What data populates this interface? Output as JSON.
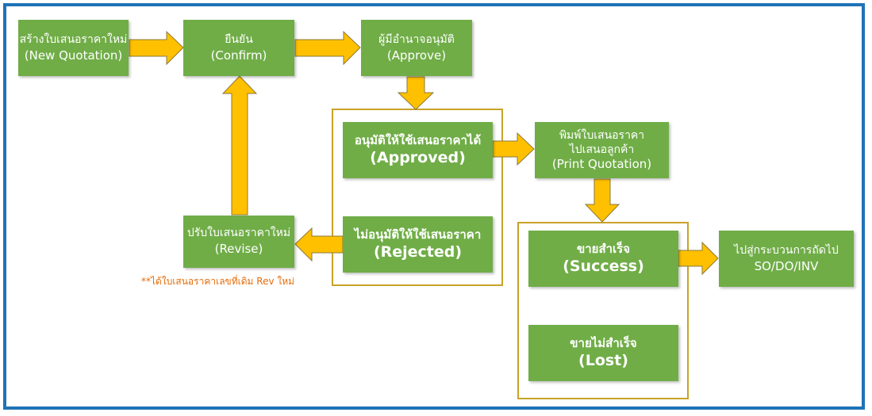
{
  "diagram": {
    "title": "Quotation approval workflow",
    "colors": {
      "frame": "#1f73b7",
      "box_fill": "#70ad47",
      "box_text": "#ffffff",
      "arrow_fill": "#ffc000",
      "arrow_stroke": "#8a7a3a",
      "group_border": "#c9a227",
      "note_text": "#e46c0a"
    },
    "nodes": {
      "new_quotation": {
        "th": "สร้างใบเสนอราคาใหม่",
        "en": "(New Quotation)"
      },
      "confirm": {
        "th": "ยืนยัน",
        "en": "(Confirm)"
      },
      "approve": {
        "th": "ผู้มีอำนาจอนุมัติ",
        "en": "(Approve)"
      },
      "approved": {
        "th": "อนุมัติให้ใช้เสนอราคาได้",
        "en": "(Approved)"
      },
      "rejected": {
        "th": "ไม่อนุมัติให้ใช้เสนอราคา",
        "en": "(Rejected)"
      },
      "revise": {
        "th": "ปรับใบเสนอราคาใหม่",
        "en": "(Revise)"
      },
      "print_quotation": {
        "th1": "พิมพ์ใบเสนอราคา",
        "th2": "ไปเสนอลูกค้า",
        "en": "(Print Quotation)"
      },
      "success": {
        "th": "ขายสำเร็จ",
        "en": "(Success)"
      },
      "lost": {
        "th": "ขายไม่สำเร็จ",
        "en": "(Lost)"
      },
      "next_process": {
        "th": "ไปสู่กระบวนการถัดไป",
        "en": "SO/DO/INV"
      }
    },
    "edges": [
      {
        "from": "new_quotation",
        "to": "confirm",
        "direction": "right"
      },
      {
        "from": "confirm",
        "to": "approve",
        "direction": "right"
      },
      {
        "from": "approve",
        "to": "approval_group",
        "direction": "down"
      },
      {
        "from": "approved",
        "to": "print_quotation",
        "direction": "right"
      },
      {
        "from": "rejected",
        "to": "revise",
        "direction": "left"
      },
      {
        "from": "revise",
        "to": "confirm",
        "direction": "up"
      },
      {
        "from": "print_quotation",
        "to": "outcome_group",
        "direction": "down"
      },
      {
        "from": "success",
        "to": "next_process",
        "direction": "right"
      }
    ],
    "groups": {
      "approval_group": [
        "approved",
        "rejected"
      ],
      "outcome_group": [
        "success",
        "lost"
      ]
    },
    "note": "**ได้ใบเสนอราคาเลขที่เดิม Rev ใหม่"
  }
}
